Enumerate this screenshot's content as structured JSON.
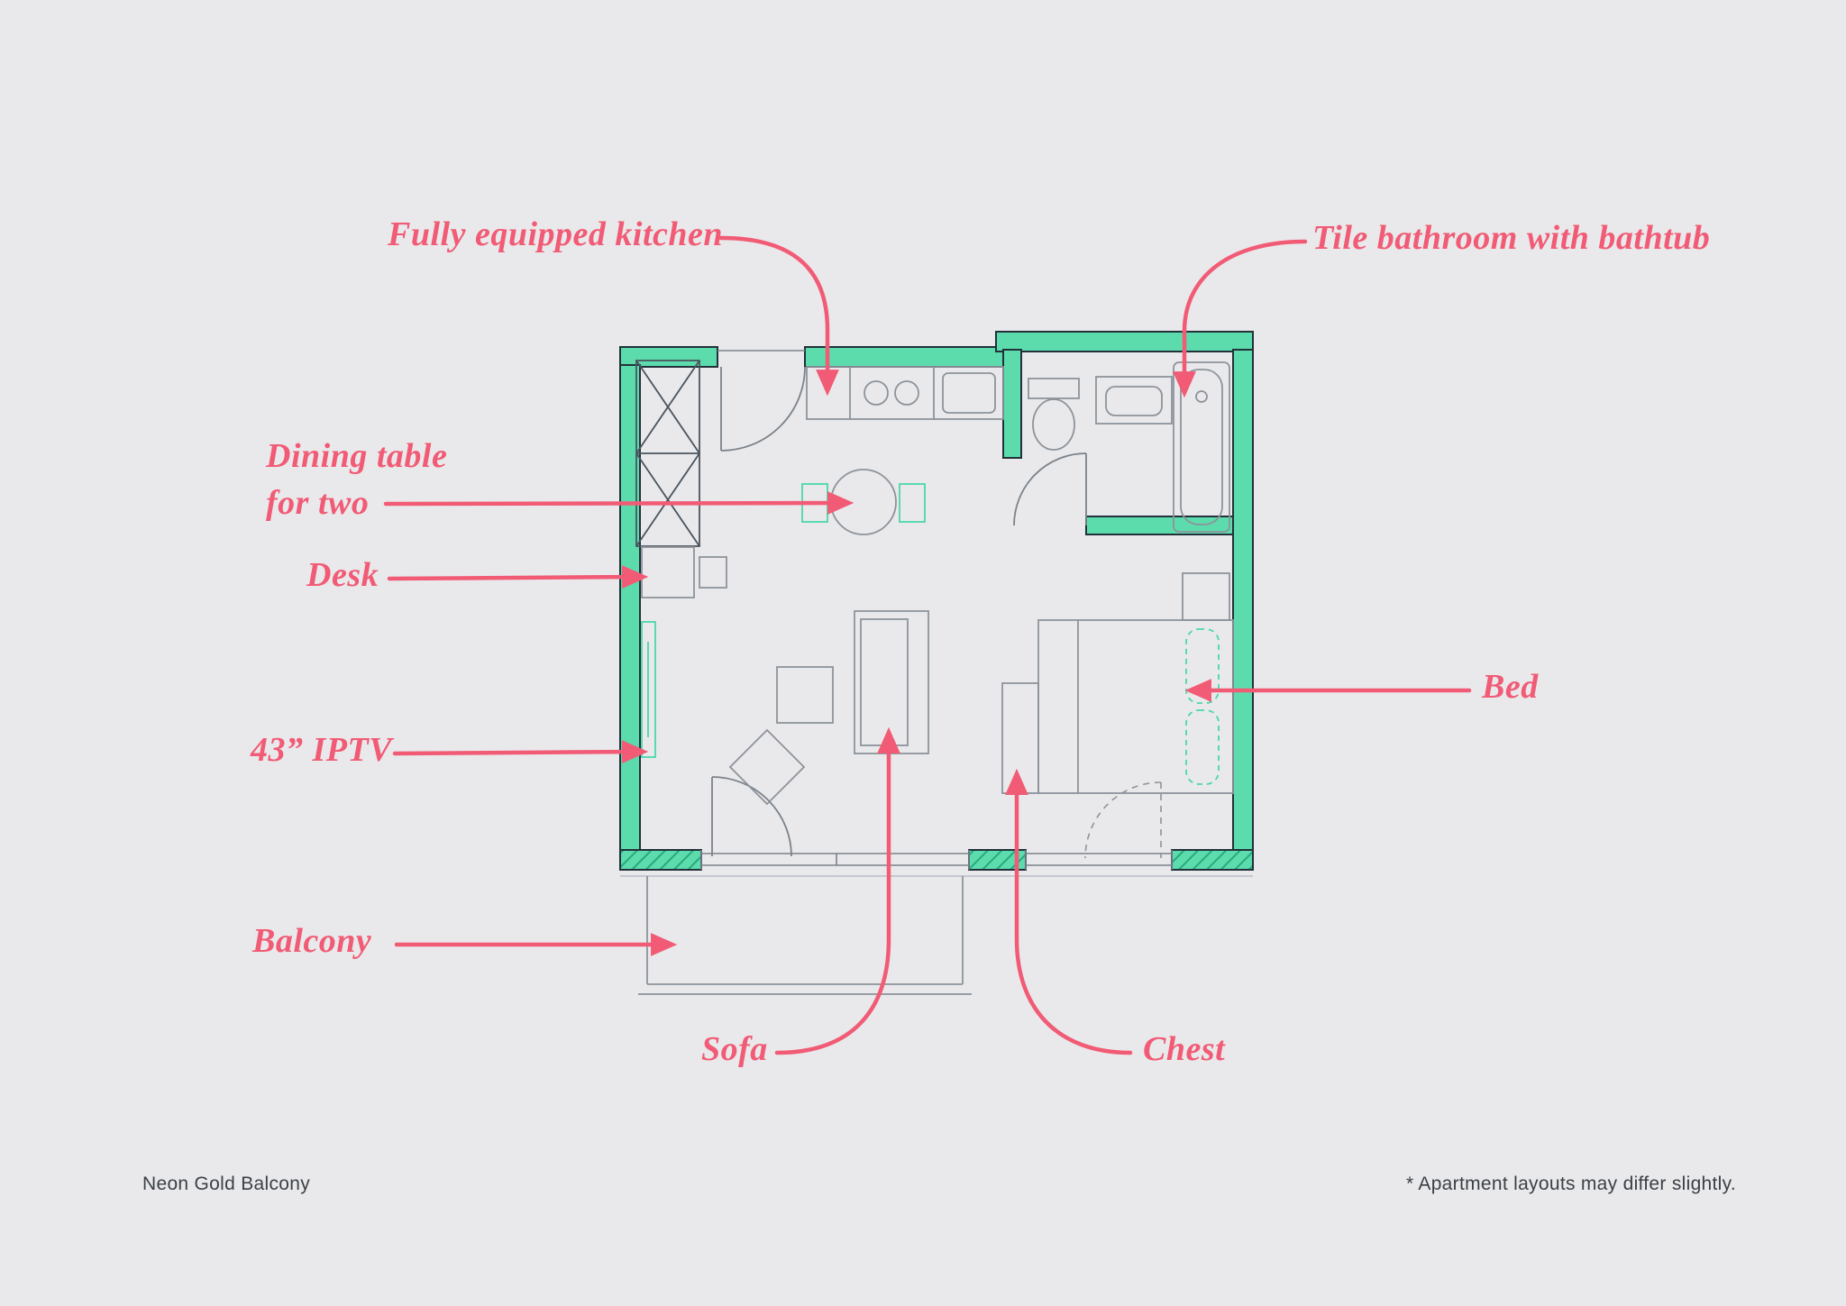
{
  "canvas": {
    "background": "#e9e9eb"
  },
  "colors": {
    "wall_fill": "#5cdcad",
    "wall_outline": "#22313a",
    "hatch_stripe": "#2aa87e",
    "furniture_line": "#8d939b",
    "accent_teal": "#4ad7a7",
    "annotation_pink": "#f15b75",
    "footer_text": "#3b4046"
  },
  "annotations": {
    "kitchen": "Fully equipped kitchen",
    "bathroom": "Tile bathroom with bathtub",
    "dining_line1": "Dining table",
    "dining_line2": "for two",
    "desk": "Desk",
    "iptv": "43” IPTV",
    "bed": "Bed",
    "balcony": "Balcony",
    "sofa": "Sofa",
    "chest": "Chest"
  },
  "footer": {
    "left": "Neon Gold Balcony",
    "right": "* Apartment layouts may differ slightly."
  }
}
